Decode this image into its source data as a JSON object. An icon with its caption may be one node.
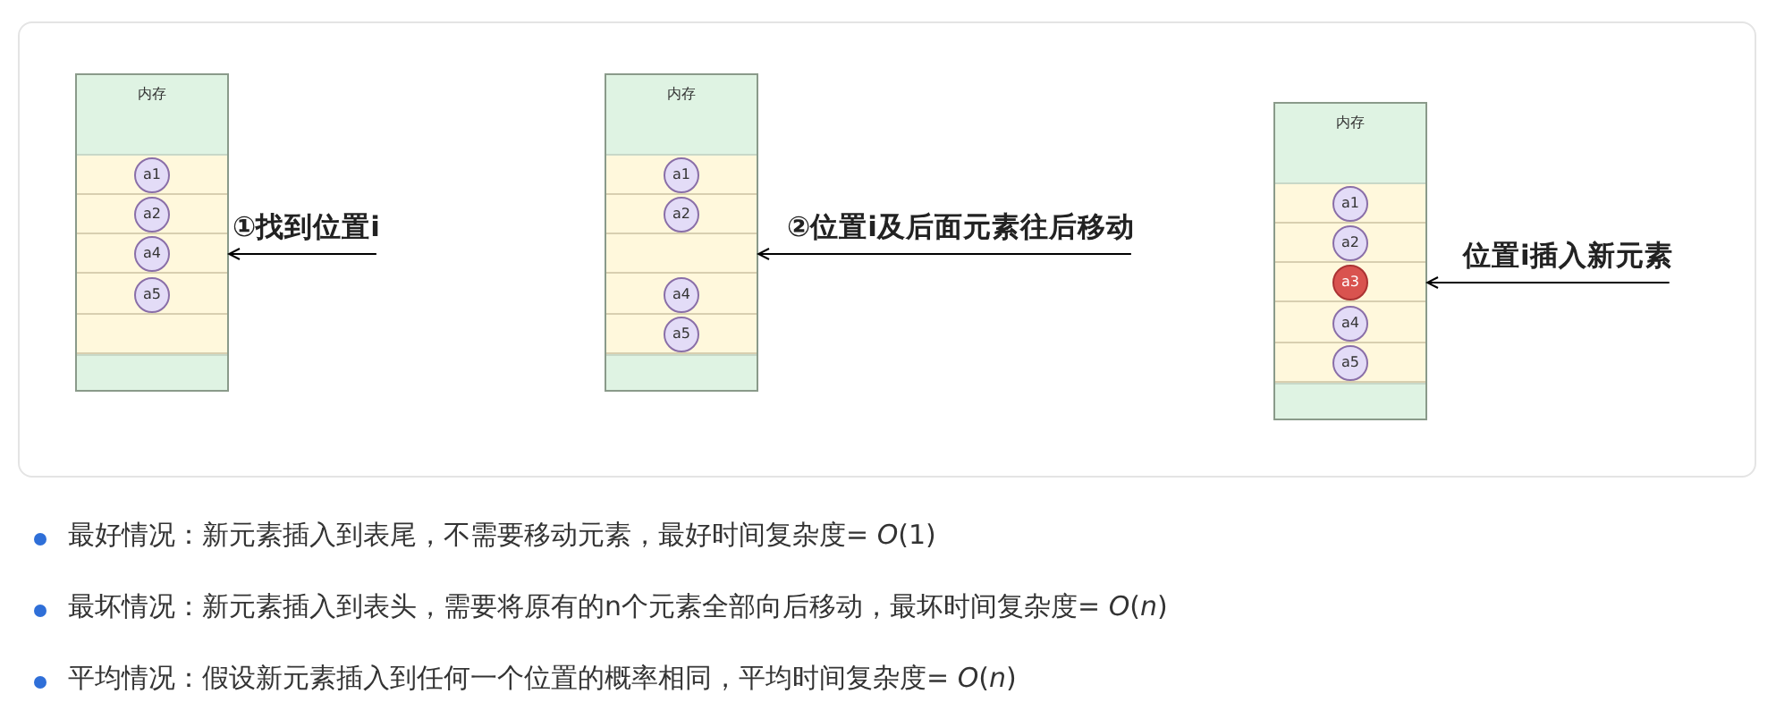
{
  "diagram": {
    "nodes": [
      {
        "text": [
          "内存"
        ]
      },
      {
        "text": [
          "a1"
        ],
        "in": 0
      },
      {
        "text": [
          "a2"
        ],
        "in": 0
      },
      {
        "text": [
          "a4"
        ],
        "in": 0
      },
      {
        "text": [
          "a5"
        ],
        "in": 0
      },
      {
        "text": [
          "①找到位置i"
        ]
      },
      {
        "text": [
          "内存"
        ]
      },
      {
        "text": [
          "a1"
        ],
        "in": 6
      },
      {
        "text": [
          "a2"
        ],
        "in": 6
      },
      {
        "text": [
          "a4"
        ],
        "in": 6
      },
      {
        "text": [
          "a5"
        ],
        "in": 6
      },
      {
        "text": [
          "②位置i及后面元素往后移动"
        ]
      },
      {
        "text": [
          "内存"
        ]
      },
      {
        "text": [
          "a1"
        ],
        "in": 12
      },
      {
        "text": [
          "a2"
        ],
        "in": 12
      },
      {
        "text": [
          "a3"
        ],
        "in": 12
      },
      {
        "text": [
          "a4"
        ],
        "in": 12
      },
      {
        "text": [
          "a5"
        ],
        "in": 12
      },
      {
        "text": [
          "位置i插入新元素"
        ]
      }
    ],
    "edges": [
      {
        "from": 5,
        "to": 0,
        "arrow": "to"
      },
      {
        "from": 11,
        "to": 6,
        "arrow": "to"
      },
      {
        "from": 18,
        "to": 12,
        "arrow": "to"
      }
    ],
    "labels": [
      "最好情况：新元素插入到表尾，不需要移动元素，最好时间复杂度= *O*(1)",
      "最坏情况：新元素插入到表头，需要将原有的n个元素全部向后移动，最坏时间复杂度= *O*(*n*)",
      "平均情况：假设新元素插入到任何一个位置的概率相同，平均时间复杂度=  *O*(*n*)"
    ]
  }
}
